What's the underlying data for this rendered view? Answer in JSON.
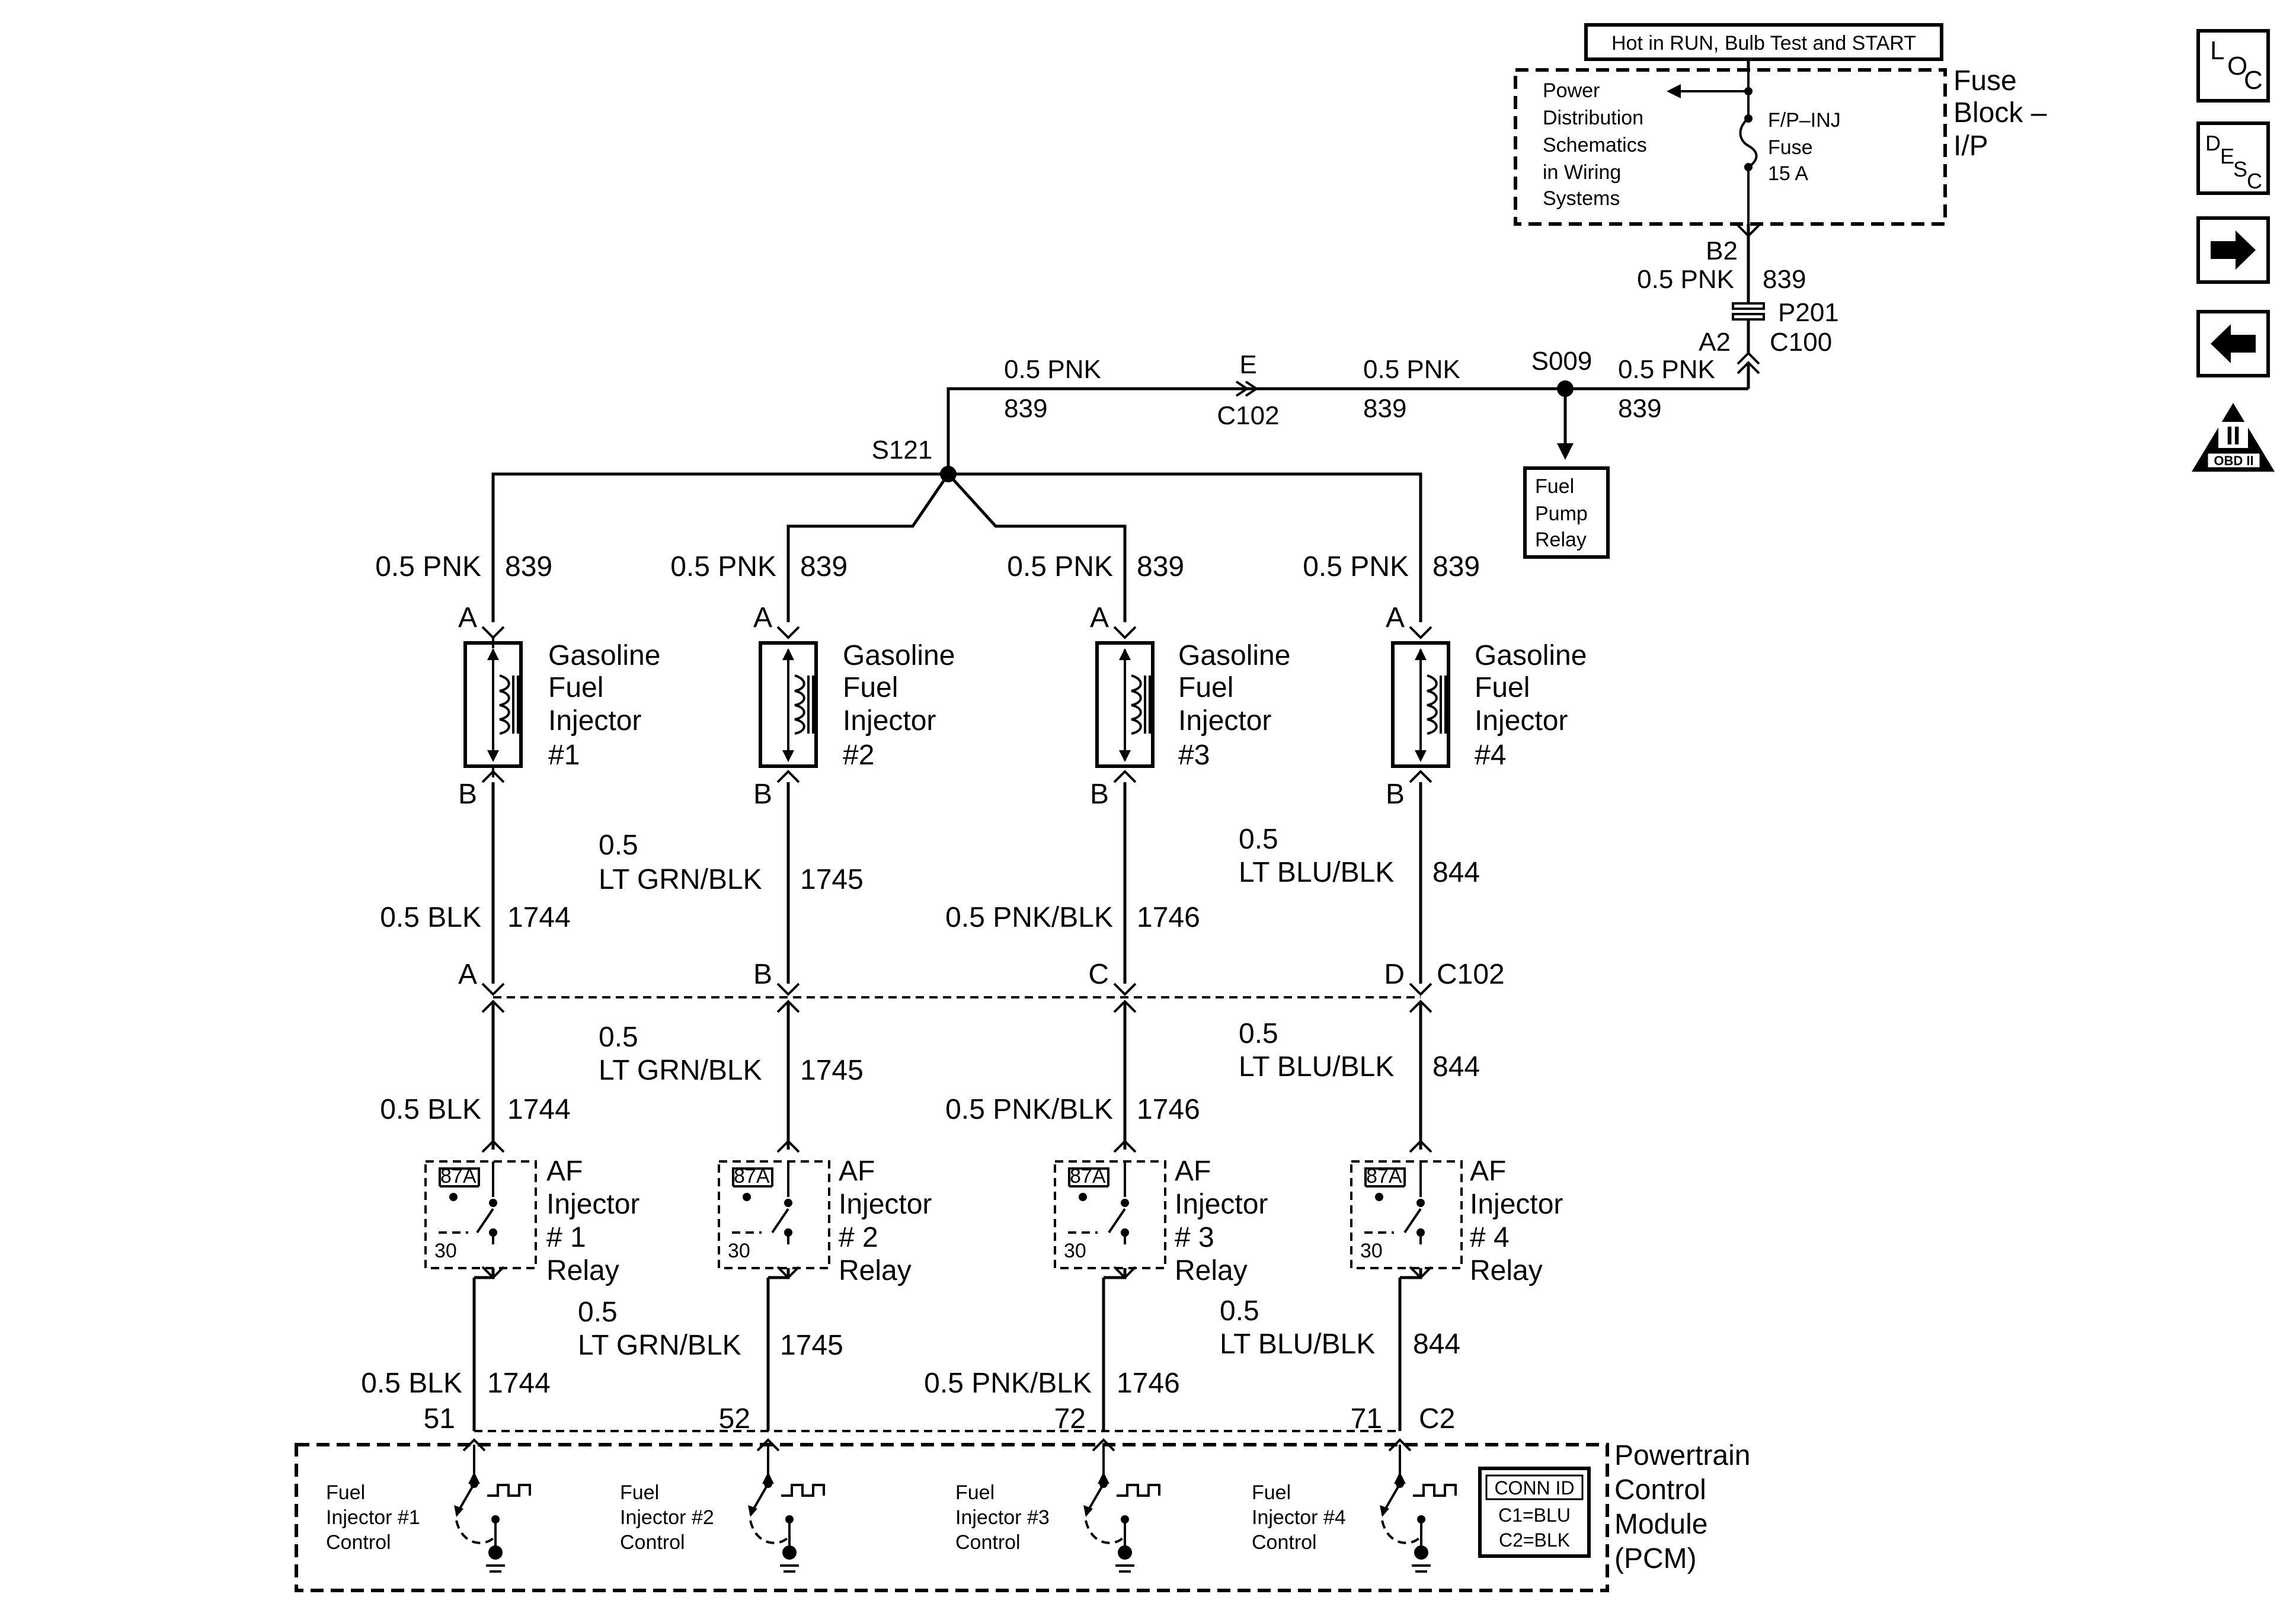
{
  "header": {
    "hot_label": "Hot in RUN, Bulb Test and START"
  },
  "fuse_block": {
    "name_line1": "Fuse",
    "name_line2": "Block –",
    "name_line3": "I/P",
    "pd_lines": [
      "Power",
      "Distribution",
      "Schematics",
      "in Wiring",
      "Systems"
    ],
    "fuse_lines": [
      "F/P–INJ",
      "Fuse",
      "15 A"
    ]
  },
  "feed": {
    "b2": "B2",
    "size": "0.5 PNK",
    "circuit": "839",
    "p201": "P201",
    "a2": "A2",
    "c100": "C100",
    "s009": "S009",
    "s121": "S121",
    "e": "E",
    "c102": "C102",
    "seg1_size": "0.5 PNK",
    "seg1_circuit": "839",
    "seg2_size": "0.5 PNK",
    "seg2_circuit": "839",
    "seg3_size": "0.5 PNK",
    "seg3_circuit": "839"
  },
  "fuel_pump_relay": [
    "Fuel",
    "Pump",
    "Relay"
  ],
  "injectors": [
    {
      "size": "0.5 PNK",
      "circuit": "839",
      "pin_a": "A",
      "pin_b": "B",
      "name": [
        "Gasoline",
        "Fuel",
        "Injector",
        "#1"
      ]
    },
    {
      "size": "0.5 PNK",
      "circuit": "839",
      "pin_a": "A",
      "pin_b": "B",
      "name": [
        "Gasoline",
        "Fuel",
        "Injector",
        "#2"
      ]
    },
    {
      "size": "0.5 PNK",
      "circuit": "839",
      "pin_a": "A",
      "pin_b": "B",
      "name": [
        "Gasoline",
        "Fuel",
        "Injector",
        "#3"
      ]
    },
    {
      "size": "0.5 PNK",
      "circuit": "839",
      "pin_a": "A",
      "pin_b": "B",
      "name": [
        "Gasoline",
        "Fuel",
        "Injector",
        "#4"
      ]
    }
  ],
  "lower_wires": [
    {
      "size_a": "",
      "size_b": "0.5 BLK",
      "circuit": "1744"
    },
    {
      "size_a": "0.5",
      "size_b": "LT GRN/BLK",
      "circuit": "1745"
    },
    {
      "size_a": "",
      "size_b": "0.5 PNK/BLK",
      "circuit": "1746"
    },
    {
      "size_a": "0.5",
      "size_b": "LT BLU/BLK",
      "circuit": "844"
    }
  ],
  "c102_pins": [
    "A",
    "B",
    "C",
    "D"
  ],
  "c102_label": "C102",
  "relays": [
    {
      "pin_top": "87A",
      "pin_bottom": "30",
      "name": [
        "AF",
        "Injector",
        "# 1",
        "Relay"
      ]
    },
    {
      "pin_top": "87A",
      "pin_bottom": "30",
      "name": [
        "AF",
        "Injector",
        "# 2",
        "Relay"
      ]
    },
    {
      "pin_top": "87A",
      "pin_bottom": "30",
      "name": [
        "AF",
        "Injector",
        "# 3",
        "Relay"
      ]
    },
    {
      "pin_top": "87A",
      "pin_bottom": "30",
      "name": [
        "AF",
        "Injector",
        "# 4",
        "Relay"
      ]
    }
  ],
  "pcm": {
    "pins": [
      "51",
      "52",
      "72",
      "71"
    ],
    "c2": "C2",
    "name": [
      "Powertrain",
      "Control",
      "Module",
      "(PCM)"
    ],
    "controls": [
      [
        "Fuel",
        "Injector #1",
        "Control"
      ],
      [
        "Fuel",
        "Injector #2",
        "Control"
      ],
      [
        "Fuel",
        "Injector #3",
        "Control"
      ],
      [
        "Fuel",
        "Injector #4",
        "Control"
      ]
    ],
    "conn_id": [
      "CONN ID",
      "C1=BLU",
      "C2=BLK"
    ]
  },
  "nav": {
    "loc_l": "L",
    "loc_o": "O",
    "loc_c": "C",
    "desc_d": "D",
    "desc_e": "E",
    "desc_s": "S",
    "desc_c": "C",
    "obd_numeral": "II",
    "obd_text": "OBD II"
  }
}
